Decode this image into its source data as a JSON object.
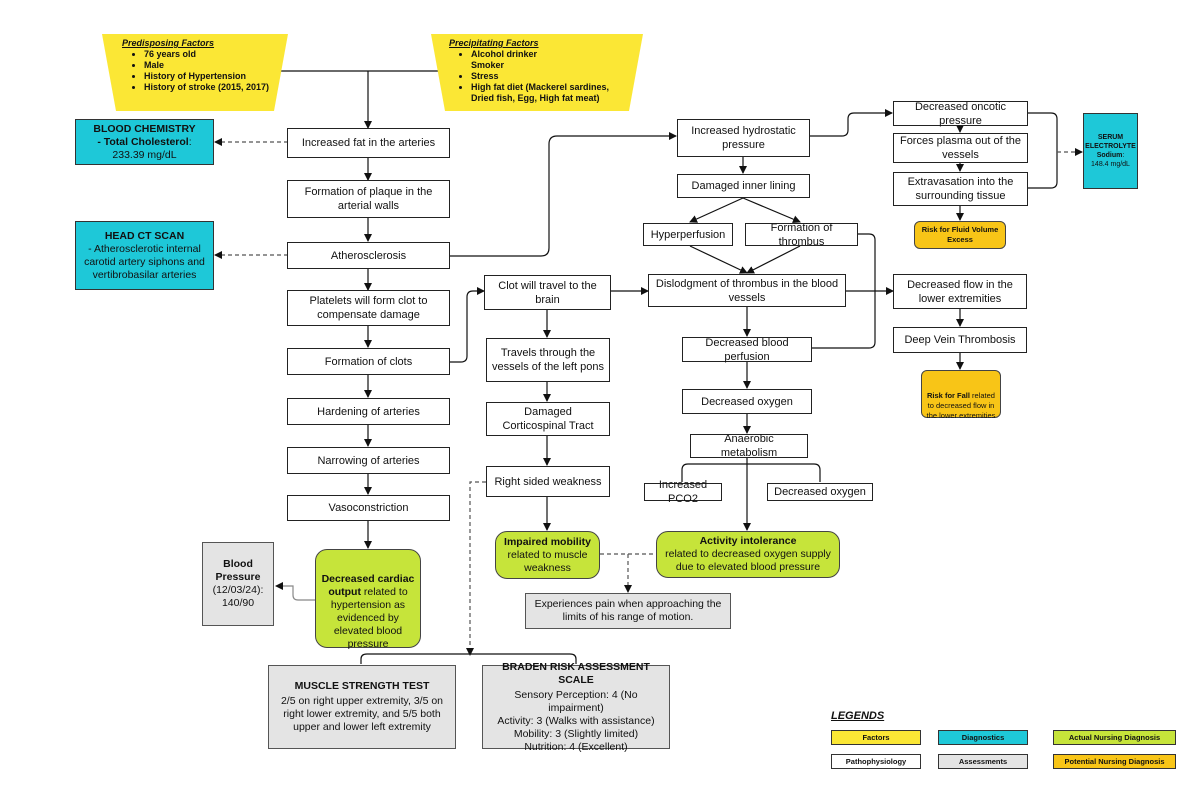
{
  "predisposing": {
    "title": "Predisposing Factors",
    "items": [
      "76 years old",
      "Male",
      "History of Hypertension",
      "History of stroke (2015, 2017)"
    ]
  },
  "precipitating": {
    "title": "Precipitating Factors",
    "items": [
      "Alcohol drinker\nSmoker",
      "Stress",
      "High fat diet (Mackerel sardines, Dried fish, Egg, High fat meat)"
    ]
  },
  "pathophysiology": {
    "fat": "Increased fat in the arteries",
    "plaque": "Formation of plaque in the arterial walls",
    "athero": "Atherosclerosis",
    "platelets": "Platelets will form clot to compensate damage",
    "clots": "Formation of clots",
    "hardening": "Hardening of arteries",
    "narrowing": "Narrowing of arteries",
    "vasoconstriction": "Vasoconstriction",
    "clot_travel": "Clot will travel to the brain",
    "pons": "Travels through the vessels of the left pons",
    "corticospinal": "Damaged Corticospinal Tract",
    "weakness": "Right sided weakness",
    "hydrostatic": "Increased hydrostatic pressure",
    "inner_lining": "Damaged inner lining",
    "hyperperfusion": "Hyperperfusion",
    "thrombus": "Formation of thrombus",
    "dislodgment": "Dislodgment of thrombus in the blood vessels",
    "perfusion": "Decreased blood perfusion",
    "oxygen": "Decreased oxygen",
    "anaerobic": "Anaerobic metabolism",
    "pco2": "Increased PCO2",
    "oxygen2": "Decreased oxygen",
    "oncotic": "Decreased oncotic pressure",
    "plasma": "Forces plasma out of the vessels",
    "extravasation": "Extravasation into the surrounding tissue",
    "flow": "Decreased flow in the lower extremities",
    "dvt": "Deep Vein Thrombosis"
  },
  "diagnostics": {
    "blood_chem_title": "BLOOD CHEMISTRY",
    "blood_chem_label": "- Total Cholesterol",
    "blood_chem_value": ": 233.39 mg/dL",
    "ct_title": "HEAD CT SCAN",
    "ct_body": "- Atherosclerotic internal carotid artery siphons and vertibrobasilar arteries",
    "serum_title": "SERUM ELECTROLYTE",
    "serum_label": "Sodium",
    "serum_value": ": 148.4 mg/dL"
  },
  "assessments": {
    "bp_title": "Blood Pressure",
    "bp_body": "(12/03/24): 140/90",
    "pain": "Experiences pain when approaching the limits of his range of motion.",
    "muscle_title": "MUSCLE STRENGTH TEST",
    "muscle_body": "2/5 on right upper extremity, 3/5 on right lower extremity, and 5/5 both upper and lower left extremity",
    "braden_title": "BRADEN RISK ASSESSMENT SCALE",
    "braden_lines": [
      "Sensory Perception: 4 (No impairment)",
      "Activity: 3 (Walks with assistance)",
      "Mobility: 3 (Slightly limited)",
      "Nutrition: 4 (Excellent)"
    ]
  },
  "nursing_dx": {
    "cardiac_title": "Decreased cardiac output",
    "cardiac_body": " related to hypertension as evidenced by elevated blood pressure",
    "mobility_title": "Impaired mobility",
    "mobility_body": "related to muscle weakness",
    "activity_title": "Activity intolerance",
    "activity_body": "related to decreased oxygen supply due to elevated blood pressure",
    "fluid": "Risk for Fluid Volume Excess",
    "fall_title": "Risk for Fall",
    "fall_body": " related to decreased flow in the lower extremities"
  },
  "legend": {
    "title": "LEGENDS",
    "factors": "Factors",
    "diagnostics": "Diagnostics",
    "actual": "Actual Nursing Diagnosis",
    "patho": "Pathophysiology",
    "assessments": "Assessments",
    "potential": "Potential Nursing Diagnosis"
  },
  "colors": {
    "factor": "#fbe735",
    "diagnostic": "#1ec8d8",
    "actual": "#c6e43a",
    "assessment": "#e4e4e4",
    "potential": "#f8c517"
  }
}
